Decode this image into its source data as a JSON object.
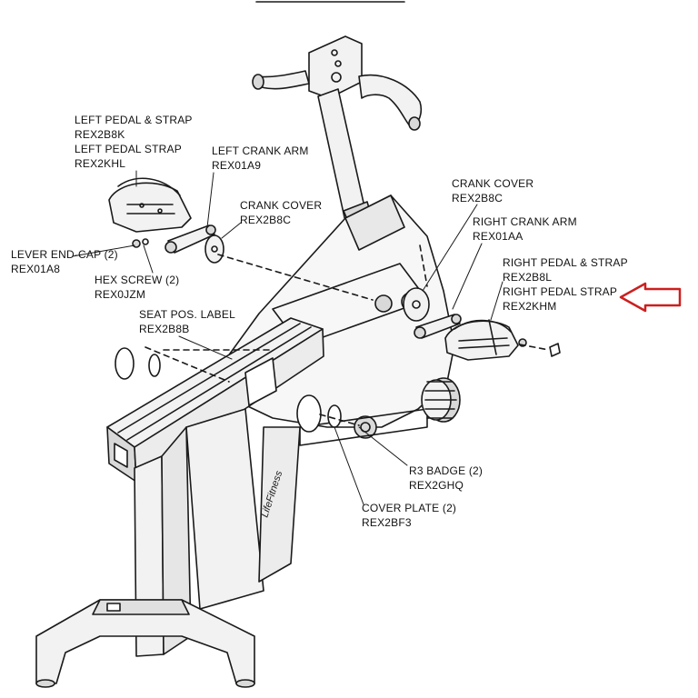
{
  "colors": {
    "line": "#1a1a1a",
    "fill_light": "#f2f2f2",
    "fill_mid": "#d9d9d9",
    "arrow": "#cc1f1f"
  },
  "labels": {
    "left_pedal_strap_name": "LEFT PEDAL & STRAP",
    "left_pedal_strap_part": "REX2B8K",
    "left_pedal_strap_only_name": "LEFT PEDAL STRAP",
    "left_pedal_strap_only_part": "REX2KHL",
    "left_crank_arm_name": "LEFT CRANK ARM",
    "left_crank_arm_part": "REX01A9",
    "crank_cover_left_name": "CRANK COVER",
    "crank_cover_left_part": "REX2B8C",
    "lever_end_cap_name": "LEVER END-CAP (2)",
    "lever_end_cap_part": "REX01A8",
    "hex_screw_name": "HEX SCREW (2)",
    "hex_screw_part": "REX0JZM",
    "seat_pos_label_name": "SEAT POS. LABEL",
    "seat_pos_label_part": "REX2B8B",
    "crank_cover_right_name": "CRANK COVER",
    "crank_cover_right_part": "REX2B8C",
    "right_crank_arm_name": "RIGHT CRANK ARM",
    "right_crank_arm_part": "REX01AA",
    "right_pedal_strap_name": "RIGHT PEDAL & STRAP",
    "right_pedal_strap_part": "REX2B8L",
    "right_pedal_strap_only_name": "RIGHT PEDAL STRAP",
    "right_pedal_strap_only_part": "REX2KHM",
    "r3_badge_name": "R3 BADGE (2)",
    "r3_badge_part": "REX2GHQ",
    "cover_plate_name": "COVER PLATE (2)",
    "cover_plate_part": "REX2BF3"
  }
}
